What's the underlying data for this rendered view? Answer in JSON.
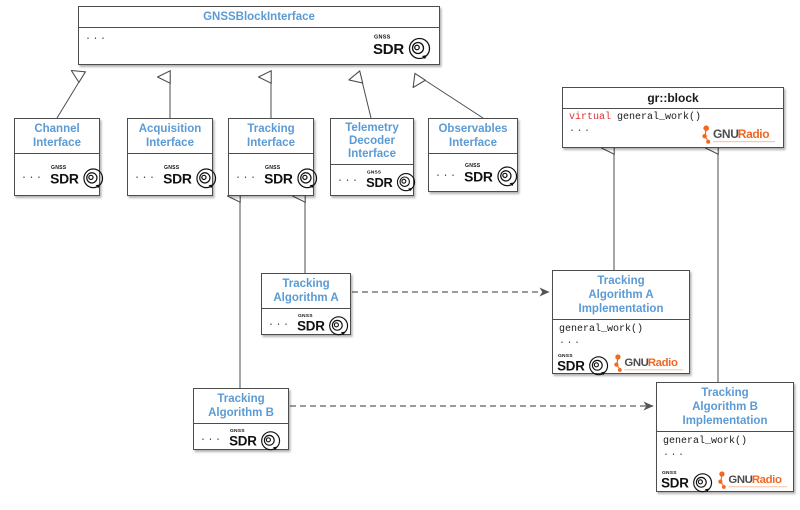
{
  "diagram": {
    "title_color": "#5b9bd5",
    "plain_title_color": "#1a1a1a",
    "keyword_color": "#e03030",
    "gnuradio_orange": "#f26722",
    "line_color": "#4d4d4d",
    "background": "#ffffff",
    "ellipsis": "...",
    "general_work_label": "general_work()",
    "virtual_keyword": "virtual",
    "sdr_logo_name": "gnss-sdr-logo",
    "gnuradio_logo_name": "gnuradio-logo",
    "sdr_logo_text_top": "GNSS",
    "sdr_logo_text_main": "SDR",
    "gnuradio_logo_text_gnu": "GNU",
    "gnuradio_logo_text_radio": "Radio"
  },
  "boxes": {
    "root": {
      "title": "GNSSBlockInterface",
      "body_text": "..."
    },
    "channel_interface": {
      "title": "Channel\nInterface",
      "body_text": "..."
    },
    "acquisition_interface": {
      "title": "Acquisition\nInterface",
      "body_text": "..."
    },
    "tracking_interface": {
      "title": "Tracking\nInterface",
      "body_text": "..."
    },
    "telemetry_decoder_interface": {
      "title": "Telemetry\nDecoder\nInterface",
      "body_text": "..."
    },
    "observables_interface": {
      "title": "Observables\nInterface",
      "body_text": "..."
    },
    "gr_block": {
      "title": "gr::block",
      "virtual_keyword": "virtual",
      "method": "general_work()",
      "body_text": "..."
    },
    "tracking_algorithm_a": {
      "title": "Tracking\nAlgorithm A",
      "body_text": "..."
    },
    "tracking_algorithm_b": {
      "title": "Tracking\nAlgorithm B",
      "body_text": "..."
    },
    "tracking_algorithm_a_impl": {
      "title": "Tracking\nAlgorithm A\nImplementation",
      "method": "general_work()",
      "body_text": "..."
    },
    "tracking_algorithm_b_impl": {
      "title": "Tracking\nAlgorithm B\nImplementation",
      "method": "general_work()",
      "body_text": "..."
    }
  },
  "relations": [
    {
      "name": "channel-interface-to-gnssblockinterface",
      "kind": "generalization"
    },
    {
      "name": "acquisition-interface-to-gnssblockinterface",
      "kind": "generalization"
    },
    {
      "name": "tracking-interface-to-gnssblockinterface",
      "kind": "generalization"
    },
    {
      "name": "telemetry-decoder-interface-to-gnssblockinterface",
      "kind": "generalization"
    },
    {
      "name": "observables-interface-to-gnssblockinterface",
      "kind": "generalization"
    },
    {
      "name": "tracking-algorithm-a-to-tracking-interface",
      "kind": "generalization"
    },
    {
      "name": "tracking-algorithm-b-to-tracking-interface",
      "kind": "generalization"
    },
    {
      "name": "tracking-algorithm-a-impl-to-gr-block",
      "kind": "generalization"
    },
    {
      "name": "tracking-algorithm-b-impl-to-gr-block",
      "kind": "generalization"
    },
    {
      "name": "tracking-algorithm-a-to-implementation",
      "kind": "dependency"
    },
    {
      "name": "tracking-algorithm-b-to-implementation",
      "kind": "dependency"
    }
  ]
}
